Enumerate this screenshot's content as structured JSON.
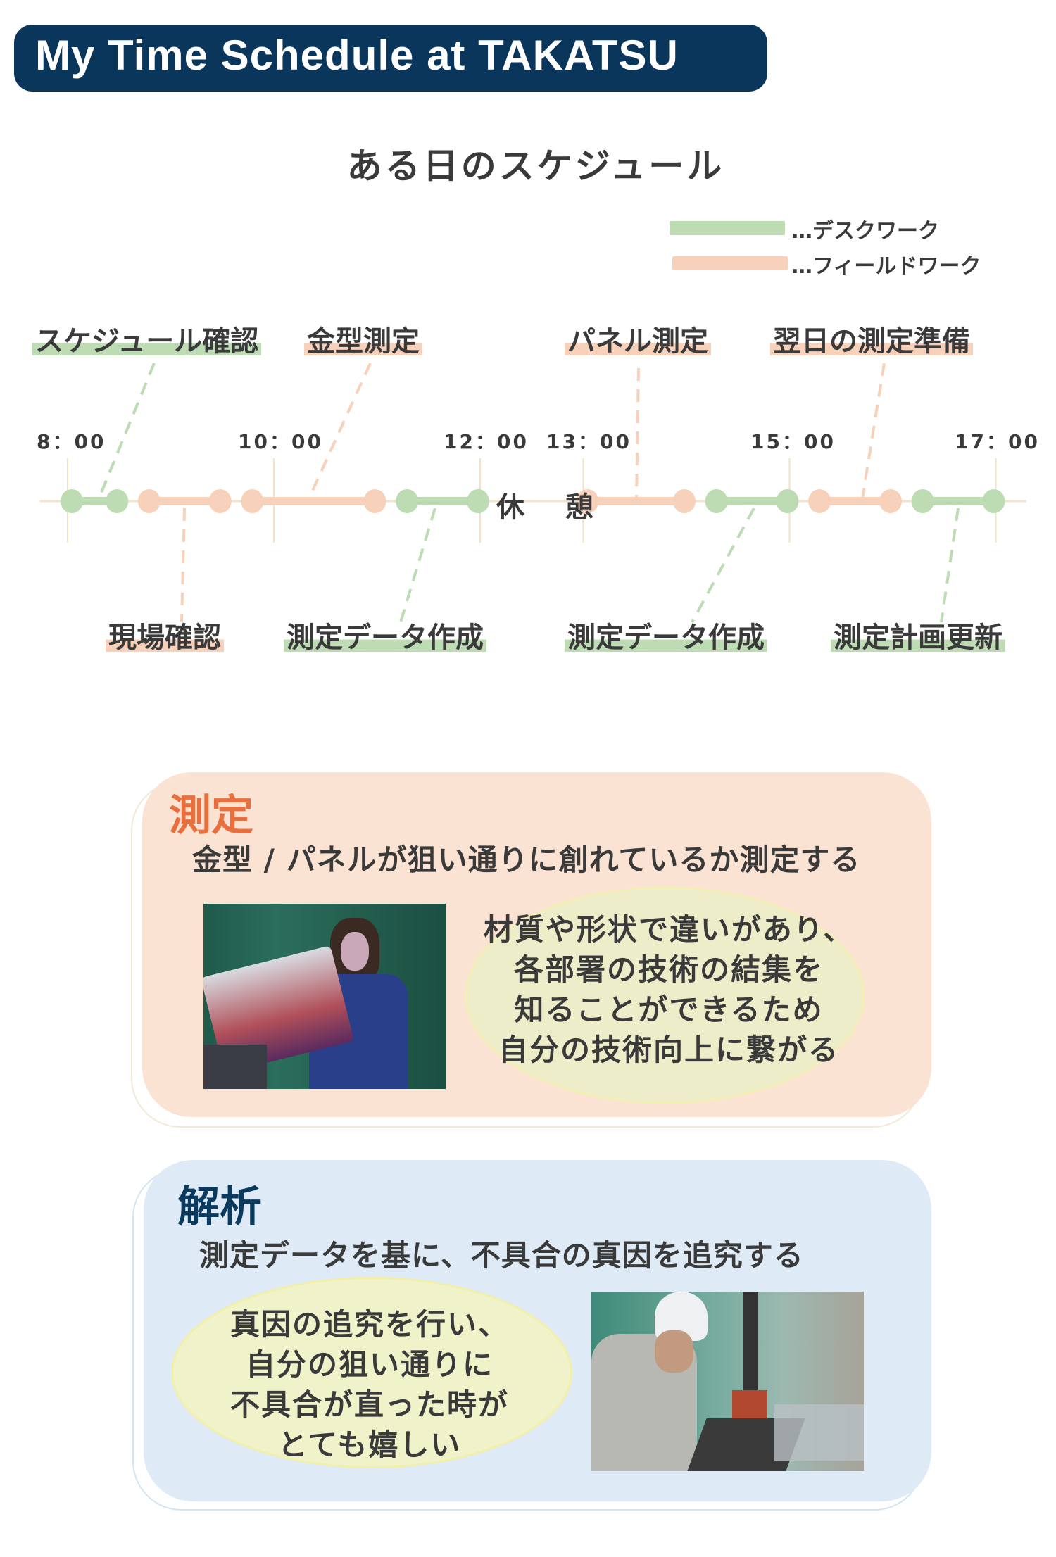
{
  "header": {
    "title": "My Time Schedule at TAKATSU"
  },
  "schedule": {
    "heading": "ある日のスケジュール",
    "legend": [
      {
        "label": "…デスクワーク",
        "type": "desk",
        "color": "#bddcb4"
      },
      {
        "label": "…フィールドワーク",
        "type": "field",
        "color": "#f8d1bb"
      }
    ],
    "time_labels": [
      "8：00",
      "10：00",
      "12：00",
      "13：00",
      "15：00",
      "17：00"
    ],
    "time_values": [
      8,
      10,
      12,
      13,
      15,
      17
    ],
    "break_label": "休 憩",
    "segments": [
      {
        "start": 8.0,
        "end": 8.5,
        "type": "desk",
        "label": "スケジュール確認"
      },
      {
        "start": 8.75,
        "end": 9.5,
        "type": "field",
        "label": "現場確認"
      },
      {
        "start": 9.75,
        "end": 11.0,
        "type": "field",
        "label": "金型測定"
      },
      {
        "start": 11.25,
        "end": 12.0,
        "type": "desk",
        "label": "測定データ作成"
      },
      {
        "start": 13.0,
        "end": 14.0,
        "type": "field",
        "label": "パネル測定"
      },
      {
        "start": 14.25,
        "end": 15.0,
        "type": "desk",
        "label": "測定データ作成"
      },
      {
        "start": 15.25,
        "end": 16.0,
        "type": "field",
        "label": "翌日の測定準備"
      },
      {
        "start": 16.25,
        "end": 17.0,
        "type": "desk",
        "label": "測定計画更新"
      }
    ]
  },
  "cards": [
    {
      "title": "測定",
      "subtitle": "金型 / パネルが狙い通りに創れているか測定する",
      "bubble_lines": [
        "材質や形状で違いがあり、",
        "各部署の技術の結集を",
        "知ることができるため",
        "自分の技術向上に繋がる"
      ]
    },
    {
      "title": "解析",
      "subtitle": "測定データを基に、不具合の真因を追究する",
      "bubble_lines": [
        "真因の追究を行い、",
        "自分の狙い通りに",
        "不具合が直った時が",
        "とても嬉しい"
      ]
    }
  ],
  "colors": {
    "navy": "#0b365c",
    "desk": "#bddcb4",
    "field": "#f8d1bb",
    "measure_title": "#e8703f",
    "analysis_title": "#0b3a5f"
  }
}
